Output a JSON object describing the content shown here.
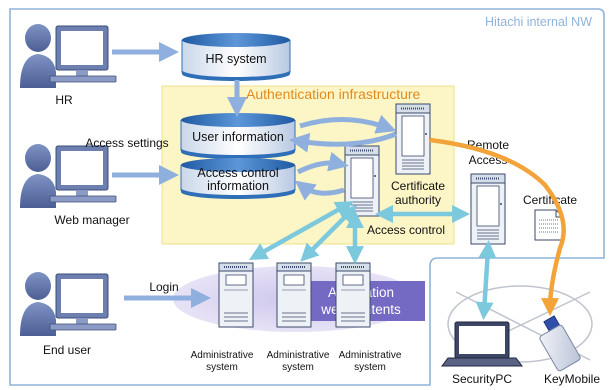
{
  "network_label": "Hitachi internal NW",
  "auth_infra_label": "Authentication infrastructure",
  "users": {
    "hr": "HR",
    "web_manager": "Web manager",
    "end_user": "End user"
  },
  "hr_system": "HR system",
  "user_information": "User information",
  "access_control_info": [
    "Access control",
    "information"
  ],
  "access_settings": "Access settings",
  "certificate_authority": [
    "Certificate",
    "authority"
  ],
  "access_control": "Access control",
  "remote_access": [
    "Remote",
    "Access"
  ],
  "certificate": "Certificate",
  "login": "Login",
  "app_contents": [
    "Application",
    "web contents"
  ],
  "admin_system": [
    "Administrative",
    "system"
  ],
  "security_pc": "SecurityPC",
  "key_mobile": "KeyMobile",
  "colors": {
    "arrow_blue": "#8fb0de",
    "arrow_cyan": "#7cc8dc",
    "arrow_orange": "#f2a43a",
    "auth_fill": "#fcf6c6",
    "drum_fill": "#2f6fb8"
  }
}
